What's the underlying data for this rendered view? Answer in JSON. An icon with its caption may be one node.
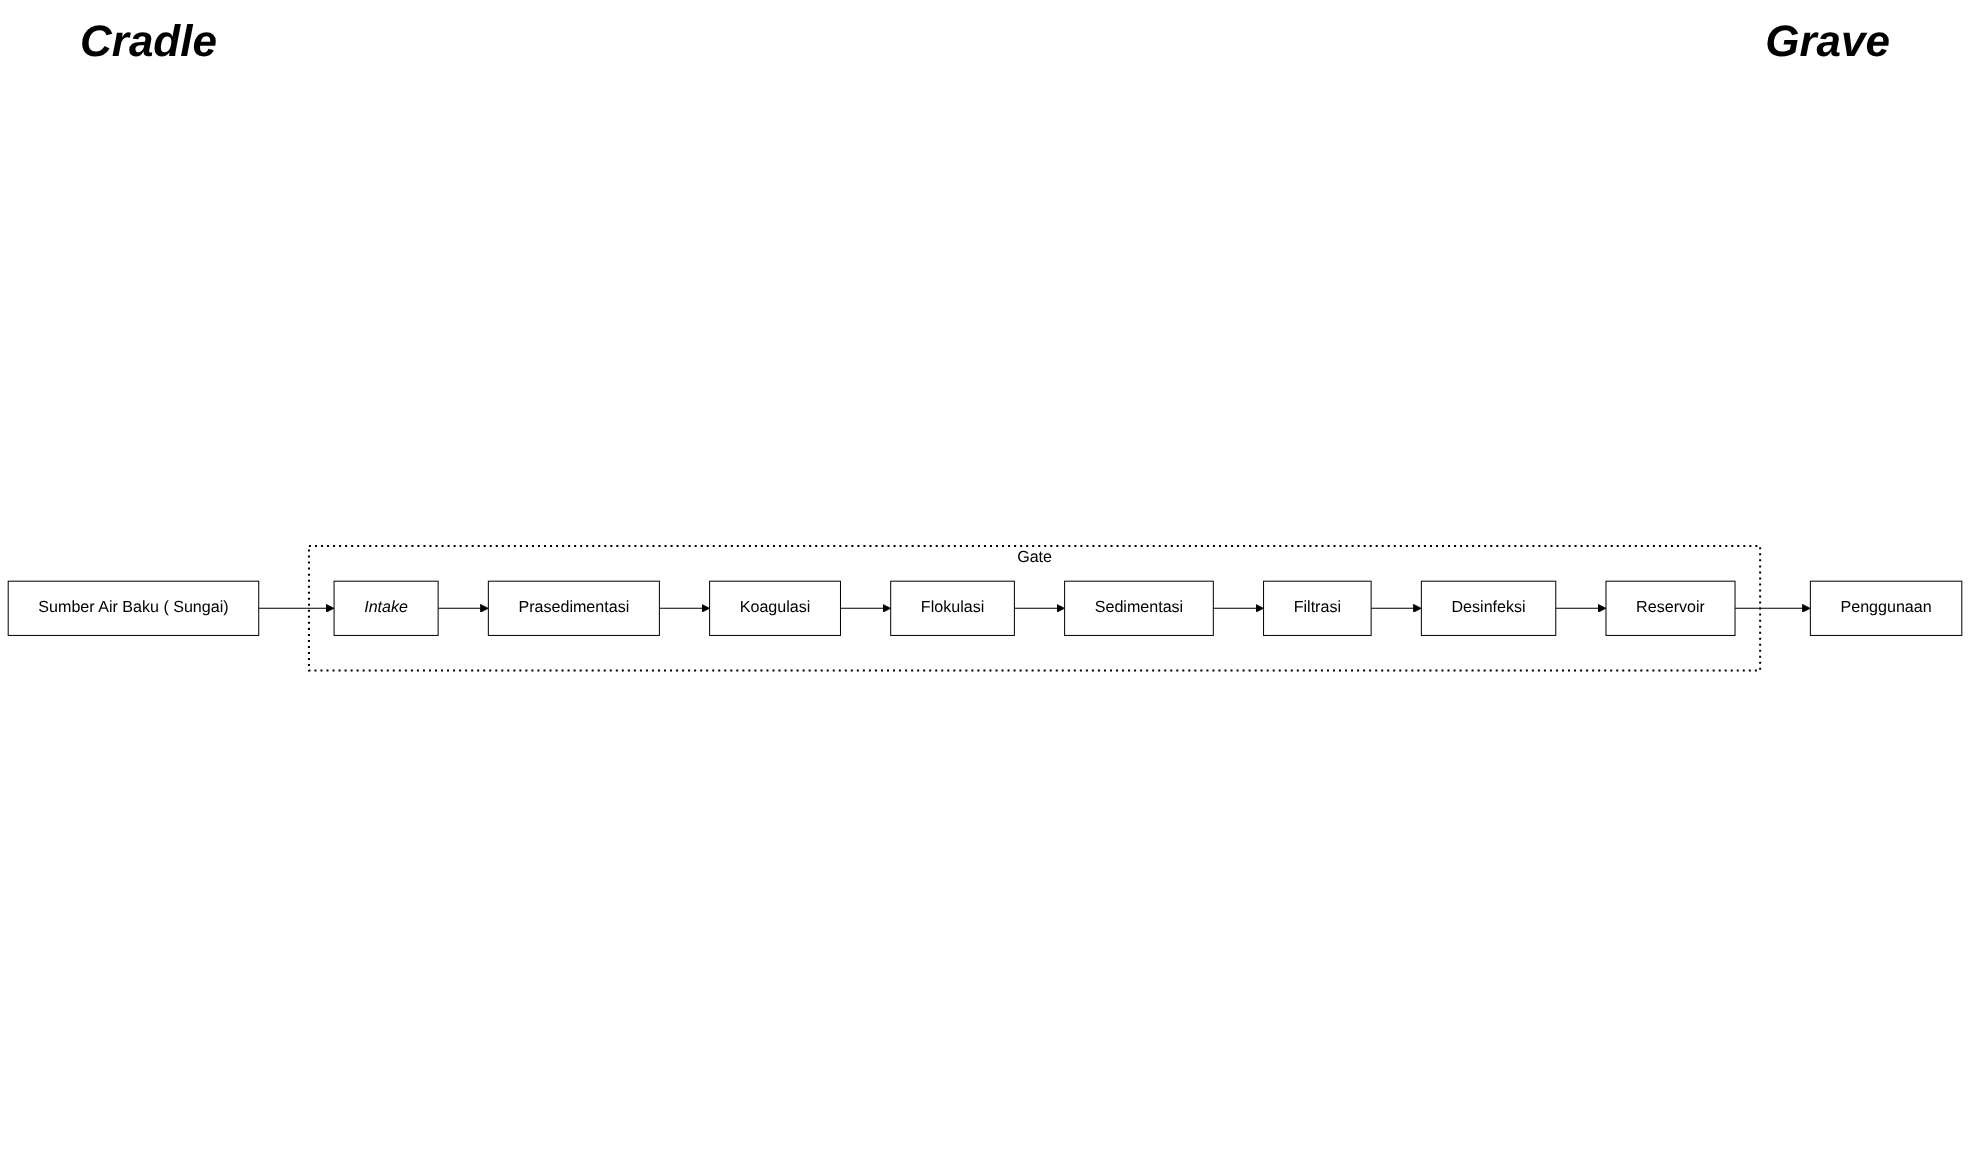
{
  "diagram": {
    "nodes": [
      {
        "text": [
          "Sumber Air Baku ( Sungai)"
        ]
      },
      {
        "text": [
          "Gate"
        ]
      },
      {
        "text": [
          "Intake"
        ],
        "in": 1
      },
      {
        "text": [
          "Prasedimentasi"
        ],
        "in": 1
      },
      {
        "text": [
          "Koagulasi"
        ],
        "in": 1
      },
      {
        "text": [
          "Flokulasi"
        ],
        "in": 1
      },
      {
        "text": [
          "Sedimentasi"
        ],
        "in": 1
      },
      {
        "text": [
          "Filtrasi"
        ],
        "in": 1
      },
      {
        "text": [
          "Desinfeksi"
        ],
        "in": 1
      },
      {
        "text": [
          "Reservoir"
        ],
        "in": 1
      },
      {
        "text": [
          "Penggunaan"
        ]
      }
    ],
    "edges": [
      {
        "from": 0,
        "to": 2,
        "arrow": "to"
      },
      {
        "from": 2,
        "to": 3,
        "arrow": "to"
      },
      {
        "from": 3,
        "to": 4,
        "arrow": "to"
      },
      {
        "from": 4,
        "to": 5,
        "arrow": "to"
      },
      {
        "from": 5,
        "to": 6,
        "arrow": "to"
      },
      {
        "from": 6,
        "to": 7,
        "arrow": "to"
      },
      {
        "from": 7,
        "to": 8,
        "arrow": "to"
      },
      {
        "from": 8,
        "to": 9,
        "arrow": "to"
      },
      {
        "from": 9,
        "to": 10,
        "arrow": "to"
      }
    ],
    "labels": [
      "Cradle",
      "Grave"
    ]
  }
}
